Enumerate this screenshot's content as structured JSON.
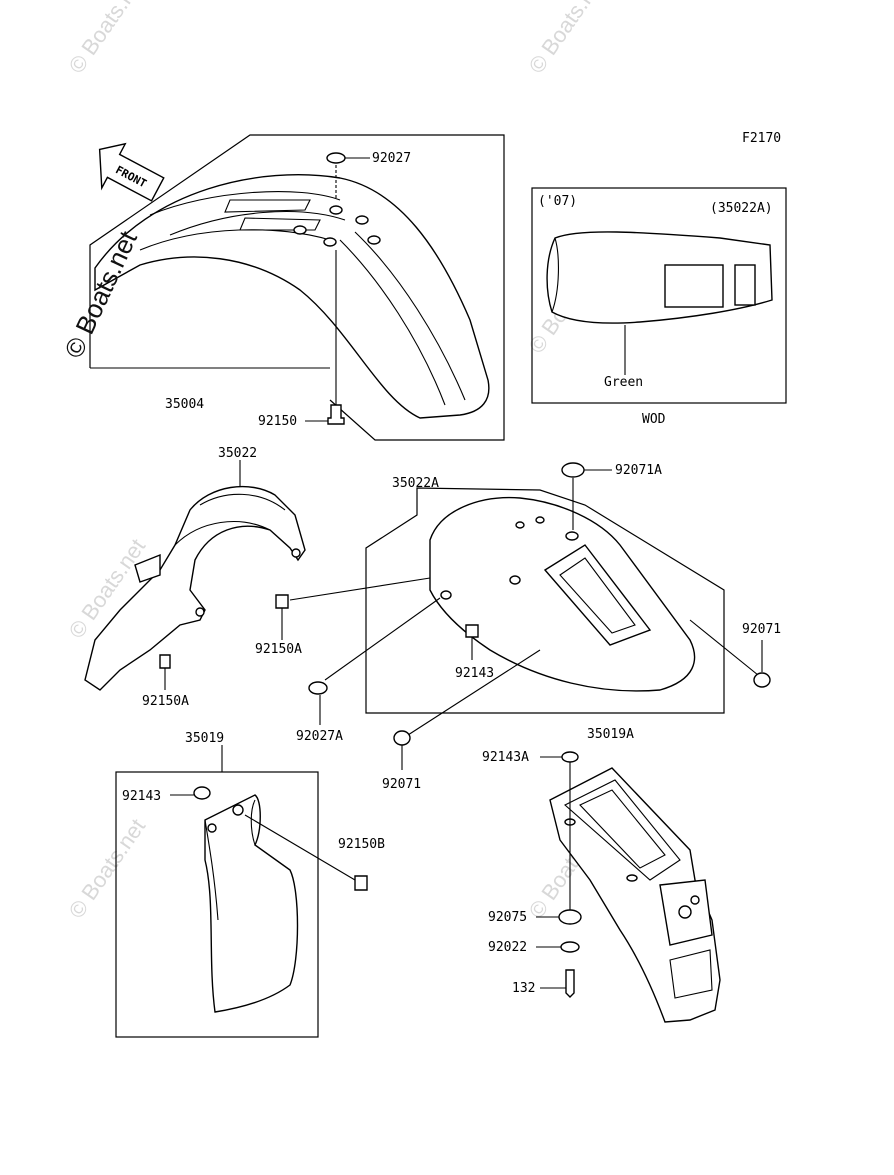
{
  "figure_code": "F2170",
  "watermark": "© Boats.net",
  "front_arrow": "FRONT",
  "inset": {
    "year": "('07)",
    "part": "(35022A)",
    "color_label": "Green",
    "caption": "WOD"
  },
  "labels": {
    "p92027_top": "92027",
    "p35004": "35004",
    "p92150_top": "92150",
    "p35022": "35022",
    "p35022A": "35022A",
    "p92071A": "92071A",
    "p92150A_mid": "92150A",
    "p92150A_left": "92150A",
    "p92143_mid": "92143",
    "p92071_right": "92071",
    "p92027A": "92027A",
    "p92071_bottom": "92071",
    "p35019": "35019",
    "p92143_left": "92143",
    "p92150B": "92150B",
    "p92143A": "92143A",
    "p35019A": "35019A",
    "p92075": "92075",
    "p92022": "92022",
    "p132": "132"
  }
}
